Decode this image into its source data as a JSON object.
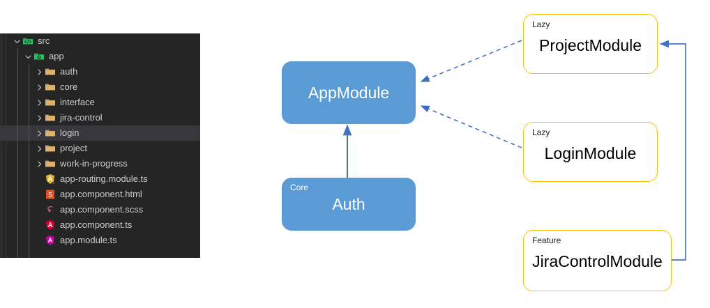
{
  "explorer": {
    "name": "file-explorer",
    "background": "#252526",
    "selection_color": "#37373d",
    "text_color": "#cccccc",
    "rows": [
      {
        "label": "src",
        "type": "folder",
        "icon": "folder-src-icon",
        "depth": 0,
        "expanded": true,
        "twisty": "chevron-down",
        "selected": false
      },
      {
        "label": "app",
        "type": "folder",
        "icon": "folder-app-icon",
        "depth": 1,
        "expanded": true,
        "twisty": "chevron-down",
        "selected": false
      },
      {
        "label": "auth",
        "type": "folder",
        "icon": "folder-icon",
        "depth": 2,
        "expanded": false,
        "twisty": "chevron-right",
        "selected": false
      },
      {
        "label": "core",
        "type": "folder",
        "icon": "folder-icon",
        "depth": 2,
        "expanded": false,
        "twisty": "chevron-right",
        "selected": false
      },
      {
        "label": "interface",
        "type": "folder",
        "icon": "folder-icon",
        "depth": 2,
        "expanded": false,
        "twisty": "chevron-right",
        "selected": false
      },
      {
        "label": "jira-control",
        "type": "folder",
        "icon": "folder-icon",
        "depth": 2,
        "expanded": false,
        "twisty": "chevron-right",
        "selected": false
      },
      {
        "label": "login",
        "type": "folder",
        "icon": "folder-icon",
        "depth": 2,
        "expanded": false,
        "twisty": "chevron-right",
        "selected": true
      },
      {
        "label": "project",
        "type": "folder",
        "icon": "folder-icon",
        "depth": 2,
        "expanded": false,
        "twisty": "chevron-right",
        "selected": false
      },
      {
        "label": "work-in-progress",
        "type": "folder",
        "icon": "folder-icon",
        "depth": 2,
        "expanded": false,
        "twisty": "chevron-right",
        "selected": false
      },
      {
        "label": "app-routing.module.ts",
        "type": "file",
        "icon": "angular-routing-file-icon",
        "depth": 2,
        "expanded": false,
        "twisty": "none",
        "selected": false
      },
      {
        "label": "app.component.html",
        "type": "file",
        "icon": "html5-file-icon",
        "depth": 2,
        "expanded": false,
        "twisty": "none",
        "selected": false
      },
      {
        "label": "app.component.scss",
        "type": "file",
        "icon": "sass-file-icon",
        "depth": 2,
        "expanded": false,
        "twisty": "none",
        "selected": false
      },
      {
        "label": "app.component.ts",
        "type": "file",
        "icon": "angular-component-file-icon",
        "depth": 2,
        "expanded": false,
        "twisty": "none",
        "selected": false
      },
      {
        "label": "app.module.ts",
        "type": "file",
        "icon": "angular-module-file-icon",
        "depth": 2,
        "expanded": false,
        "twisty": "none",
        "selected": false
      }
    ]
  },
  "diagram": {
    "name": "angular-module-dependency-diagram",
    "colors": {
      "module_fill": "#5b9bd5",
      "lazy_border": "#ffc000",
      "arrow": "#4472c4",
      "dashed_arrow": "#4472c4"
    },
    "nodes": [
      {
        "id": "appmodule",
        "tag": "",
        "title": "AppModule",
        "style": "blue"
      },
      {
        "id": "auth",
        "tag": "Core",
        "title": "Auth",
        "style": "blue"
      },
      {
        "id": "project",
        "tag": "Lazy",
        "title": "ProjectModule",
        "style": "yellow"
      },
      {
        "id": "login",
        "tag": "Lazy",
        "title": "LoginModule",
        "style": "yellow"
      },
      {
        "id": "jira",
        "tag": "Feature",
        "title": "JiraControlModule",
        "style": "yellow"
      }
    ],
    "edges": [
      {
        "from": "project",
        "to": "appmodule",
        "style": "dashed"
      },
      {
        "from": "login",
        "to": "appmodule",
        "style": "dashed"
      },
      {
        "from": "auth",
        "to": "appmodule",
        "style": "solid"
      },
      {
        "from": "jira",
        "to": "project",
        "style": "solid"
      }
    ]
  }
}
